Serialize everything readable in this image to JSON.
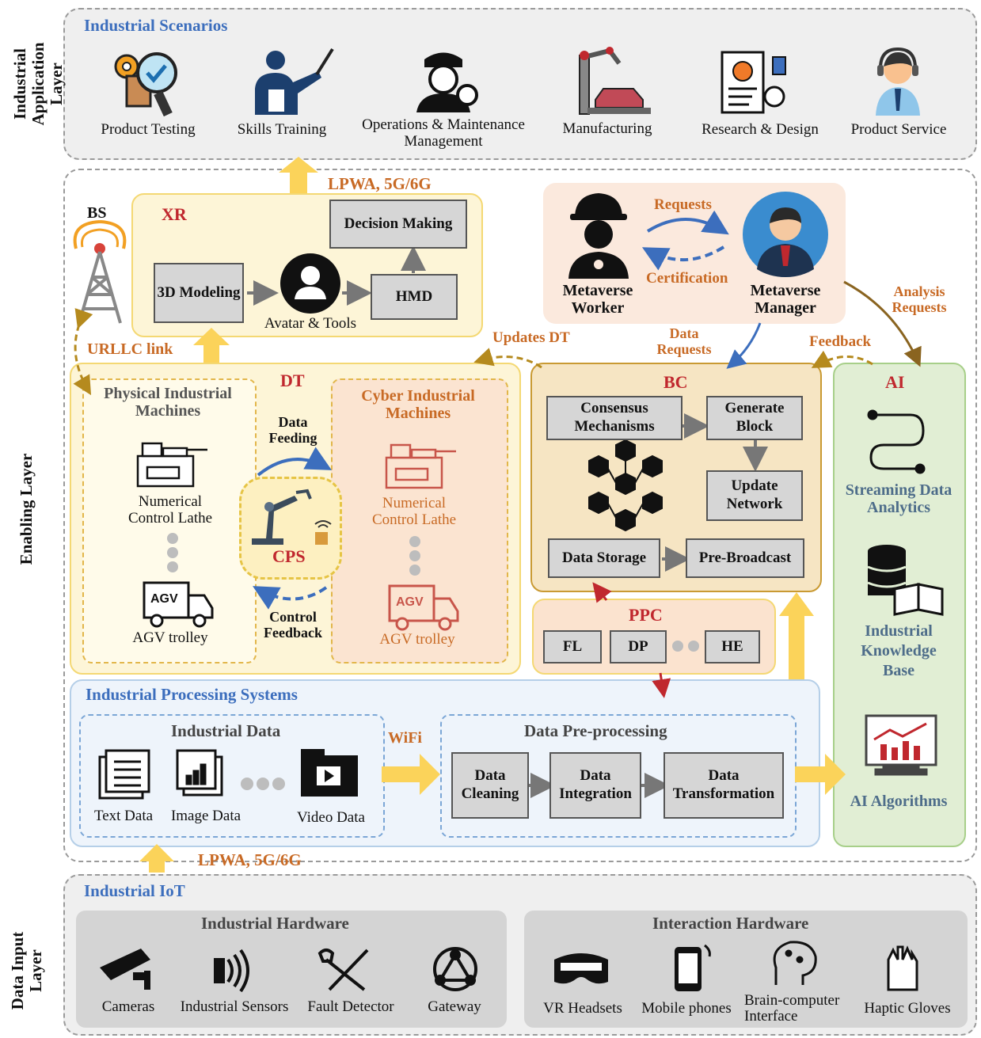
{
  "layers": {
    "application": "Industrial Application Layer",
    "enabling": "Enabling Layer",
    "input": "Data Input Layer"
  },
  "scenarios": {
    "title": "Industrial Scenarios",
    "items": [
      "Product Testing",
      "Skills Training",
      "Operations & Maintenance Management",
      "Manufacturing",
      "Research & Design",
      "Product Service"
    ]
  },
  "links": {
    "lpwa_top": "LPWA, 5G/6G",
    "lpwa_bottom": "LPWA, 5G/6G",
    "urllc": "URLLC link",
    "wifi": "WiFi",
    "updates_dt": "Updates DT",
    "data_requests": "Data Requests",
    "feedback": "Feedback",
    "analysis_requests": "Analysis Requests",
    "requests": "Requests",
    "certification": "Certification"
  },
  "bs": "BS",
  "xr": {
    "title": "XR",
    "modeling": "3D Modeling",
    "avatar": "Avatar & Tools",
    "hmd": "HMD",
    "decision": "Decision Making"
  },
  "metaverse": {
    "worker": "Metaverse Worker",
    "manager": "Metaverse Manager"
  },
  "dt": {
    "title": "DT",
    "physical_title": "Physical Industrial Machines",
    "cyber_title": "Cyber Industrial Machines",
    "lathe": "Numerical Control Lathe",
    "agv": "AGV trolley",
    "agv_badge": "AGV",
    "cps": "CPS",
    "data_feeding": "Data Feeding",
    "control_feedback": "Control Feedback"
  },
  "bc": {
    "title": "BC",
    "consensus": "Consensus Mechanisms",
    "generate": "Generate Block",
    "update": "Update Network",
    "storage": "Data Storage",
    "prebroadcast": "Pre-Broadcast"
  },
  "ppc": {
    "title": "PPC",
    "items": [
      "FL",
      "DP",
      "HE"
    ]
  },
  "ai": {
    "title": "AI",
    "streaming": "Streaming Data Analytics",
    "knowledge": "Industrial Knowledge Base",
    "algorithms": "AI Algorithms"
  },
  "processing": {
    "title": "Industrial Processing Systems",
    "data_title": "Industrial Data",
    "text": "Text Data",
    "image": "Image Data",
    "video": "Video Data",
    "pre_title": "Data Pre-processing",
    "cleaning": "Data Cleaning",
    "integration": "Data Integration",
    "transformation": "Data Transformation"
  },
  "iot": {
    "title": "Industrial IoT",
    "industrial_hw": "Industrial Hardware",
    "interaction_hw": "Interaction Hardware",
    "industrial_items": [
      "Cameras",
      "Industrial Sensors",
      "Fault Detector",
      "Gateway"
    ],
    "interaction_items": [
      "VR Headsets",
      "Mobile phones",
      "Brain-computer Interface",
      "Haptic Gloves"
    ]
  }
}
